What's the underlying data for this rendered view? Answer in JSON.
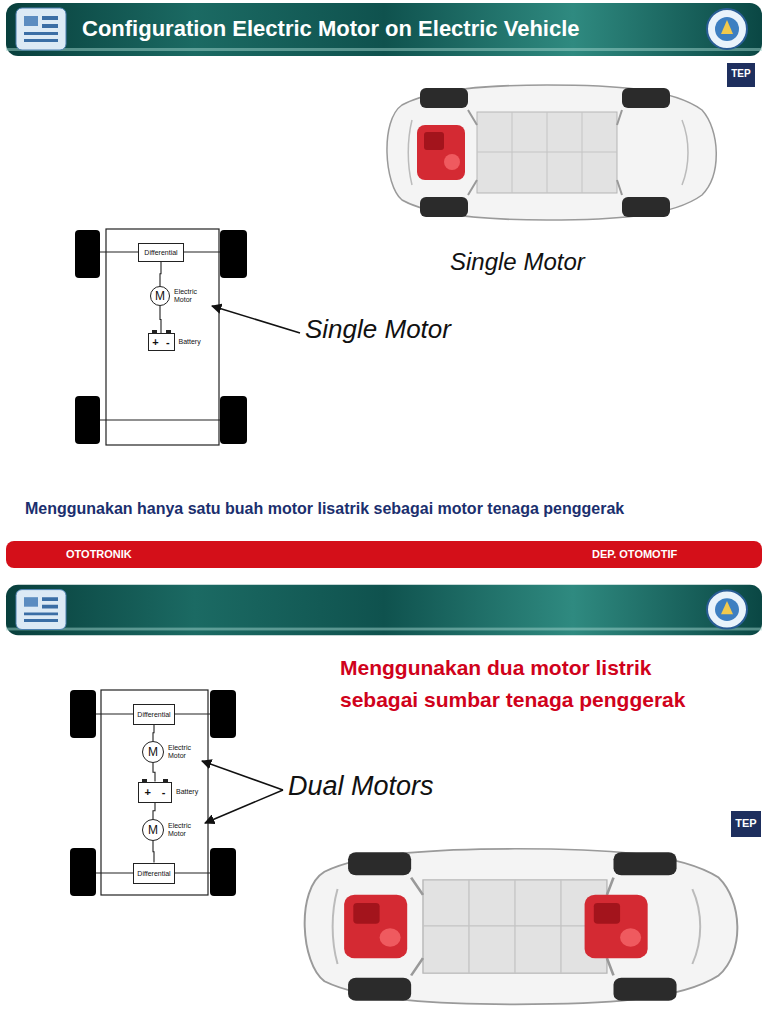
{
  "diagram": {
    "title": "Configuration Electric Motor on Electric Vehicle",
    "nodes": [
      {
        "text": [
          "Differential"
        ]
      },
      {
        "text": [
          "M",
          "Electric Motor"
        ]
      },
      {
        "text": [
          "+",
          "-",
          "Battery"
        ]
      },
      {
        "text": [
          "Differential"
        ]
      },
      {
        "text": [
          "M",
          "Electric Motor"
        ]
      },
      {
        "text": [
          "+",
          "-",
          "Battery"
        ]
      },
      {
        "text": [
          "M",
          "Electric Motor"
        ]
      },
      {
        "text": [
          "Differential"
        ]
      }
    ],
    "edges": [
      {
        "from": 0,
        "to": 1,
        "arrow": "none"
      },
      {
        "from": 1,
        "to": 2,
        "arrow": "none"
      },
      {
        "from": 3,
        "to": 4,
        "arrow": "none"
      },
      {
        "from": 4,
        "to": 5,
        "arrow": "none"
      },
      {
        "from": 5,
        "to": 6,
        "arrow": "none"
      },
      {
        "from": 6,
        "to": 7,
        "arrow": "none"
      }
    ],
    "labels": [
      "Single Motor",
      "Single Motor",
      "Menggunakan hanya satu buah motor lisatrik sebagai motor tenaga penggerak",
      "OTOTRONIK",
      "DEP. OTOMOTIF",
      "TEP",
      "Menggunakan dua motor listrik sebagai sumbar tenaga penggerak",
      "Dual Motors",
      "TEP"
    ]
  }
}
